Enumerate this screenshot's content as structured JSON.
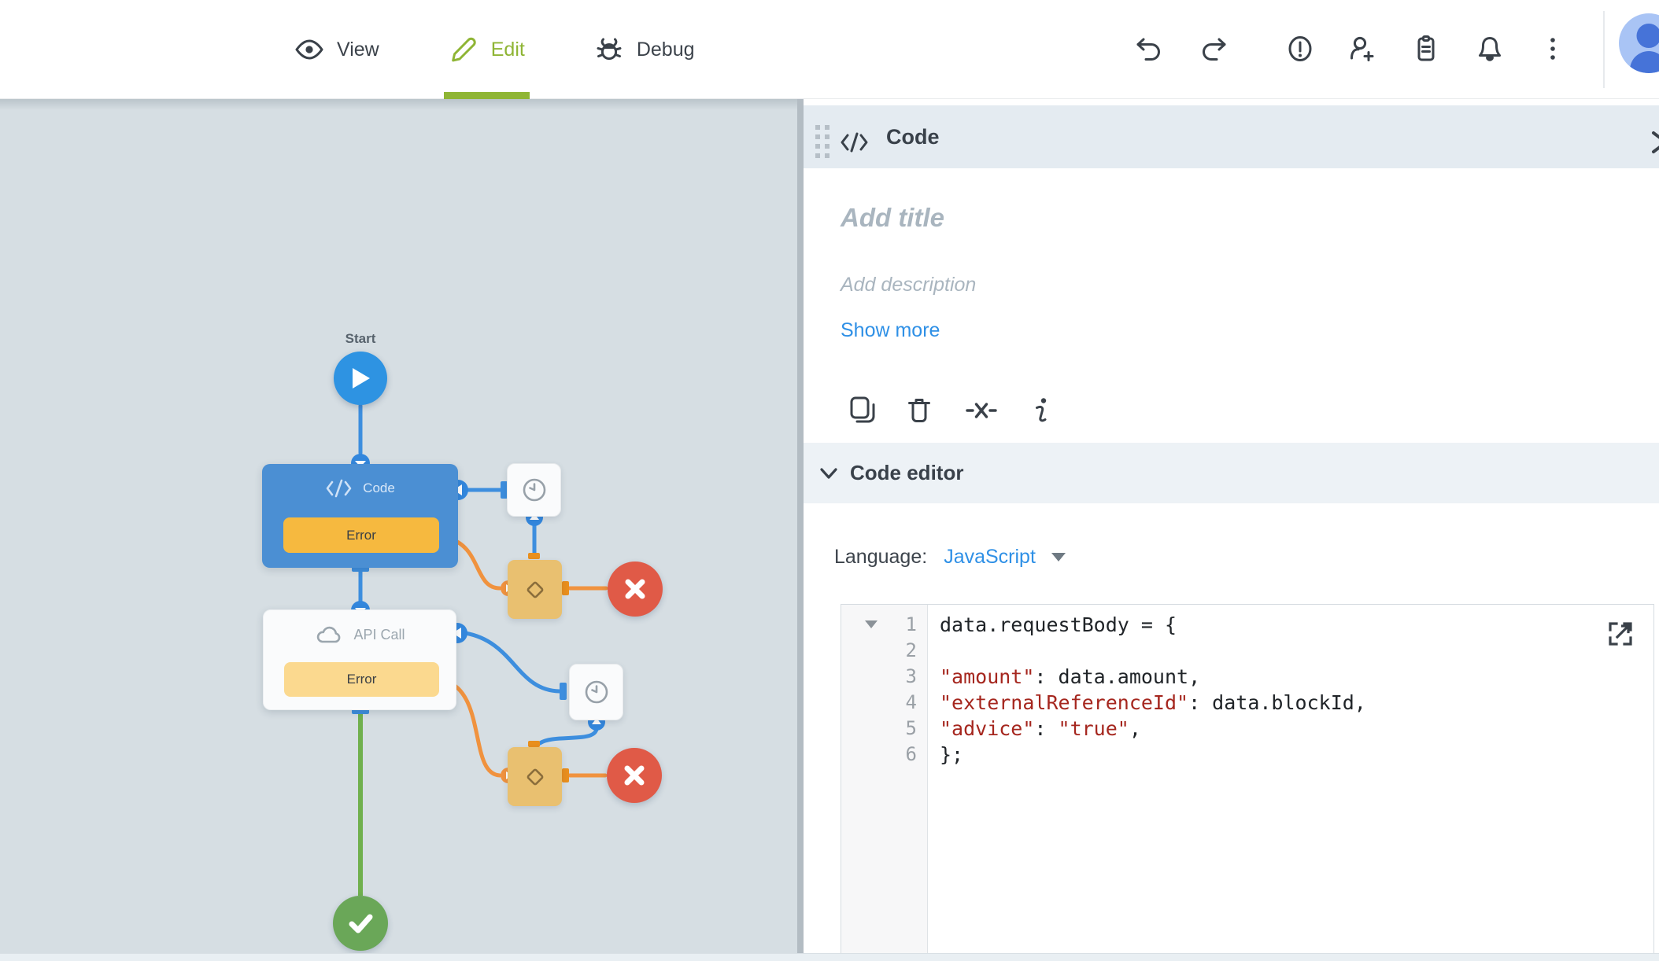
{
  "topbar": {
    "tabs": [
      {
        "label": "View"
      },
      {
        "label": "Edit"
      },
      {
        "label": "Debug"
      }
    ],
    "active_tab": "Edit"
  },
  "canvas": {
    "start_label": "Start",
    "code_node": {
      "label": "Code",
      "error_label": "Error"
    },
    "api_node": {
      "label": "API Call",
      "error_label": "Error"
    }
  },
  "panel": {
    "header_title": "Code",
    "title_placeholder": "Add title",
    "description_placeholder": "Add description",
    "show_more_label": "Show more",
    "code_editor_section_label": "Code editor",
    "language_label": "Language:",
    "language_value": "JavaScript",
    "editor": {
      "lines": [
        {
          "number": "1",
          "segments": [
            {
              "type": "plain",
              "text": "data.requestBody = {"
            }
          ]
        },
        {
          "number": "2",
          "segments": []
        },
        {
          "number": "3",
          "segments": [
            {
              "type": "string",
              "text": "\"amount\""
            },
            {
              "type": "plain",
              "text": ": data.amount,"
            }
          ]
        },
        {
          "number": "4",
          "segments": [
            {
              "type": "string",
              "text": "\"externalReferenceId\""
            },
            {
              "type": "plain",
              "text": ": data.blockId,"
            }
          ]
        },
        {
          "number": "5",
          "segments": [
            {
              "type": "string",
              "text": "\"advice\""
            },
            {
              "type": "plain",
              "text": ": "
            },
            {
              "type": "string",
              "text": "\"true\""
            },
            {
              "type": "plain",
              "text": ","
            }
          ]
        },
        {
          "number": "6",
          "segments": [
            {
              "type": "plain",
              "text": "};"
            }
          ]
        }
      ]
    }
  },
  "colors": {
    "accent_green": "#8fb535",
    "link_blue": "#2f90e6",
    "flow_blue": "#3d8ede",
    "node_blue": "#4b8fd3",
    "error_orange": "#f6b93f",
    "error_light": "#fbd98f",
    "connector_orange": "#f0923e",
    "diamond_tan": "#e9c070",
    "fail_red": "#e05a47",
    "success_green": "#6aa758",
    "code_string_red": "#a5261e"
  }
}
